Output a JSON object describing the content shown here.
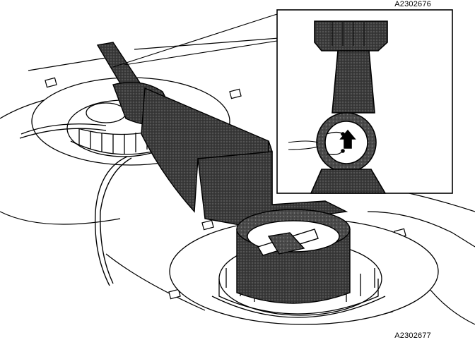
{
  "figure": {
    "ref_top": "A2302676",
    "ref_bottom": "A2302677"
  },
  "colors": {
    "ink": "#000000",
    "paper": "#ffffff",
    "tool_fill": "#3a3a3a",
    "tool_fill_light": "#4c4c4c"
  },
  "elements": {
    "tool": "Lock ring removal tool",
    "inset": "Tool head detail"
  }
}
